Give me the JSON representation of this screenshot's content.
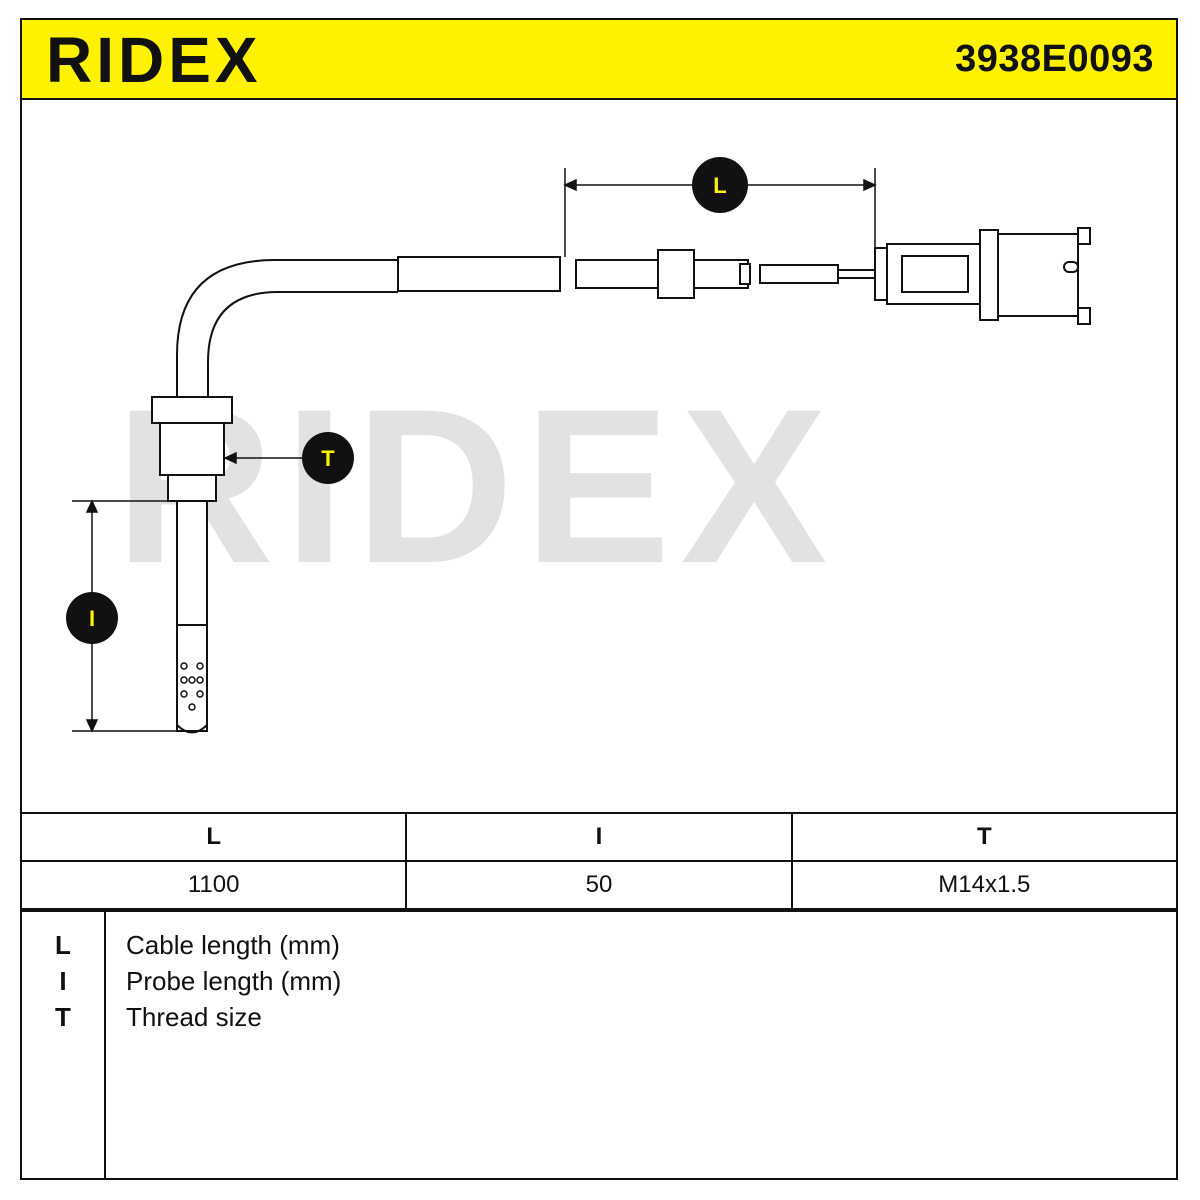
{
  "header": {
    "brand": "RIDEX",
    "part_number": "3938E0093"
  },
  "colors": {
    "accent": "#fff200",
    "line": "#111111",
    "watermark": "#e2e2e2"
  },
  "watermark": "RIDEX",
  "diagram": {
    "dimension_badges": [
      "L",
      "T",
      "I"
    ]
  },
  "specs": {
    "headers": [
      "L",
      "I",
      "T"
    ],
    "values": [
      "1100",
      "50",
      "M14x1.5"
    ]
  },
  "legend": [
    {
      "code": "L",
      "description": "Cable length (mm)"
    },
    {
      "code": "I",
      "description": "Probe length (mm)"
    },
    {
      "code": "T",
      "description": "Thread size"
    }
  ]
}
